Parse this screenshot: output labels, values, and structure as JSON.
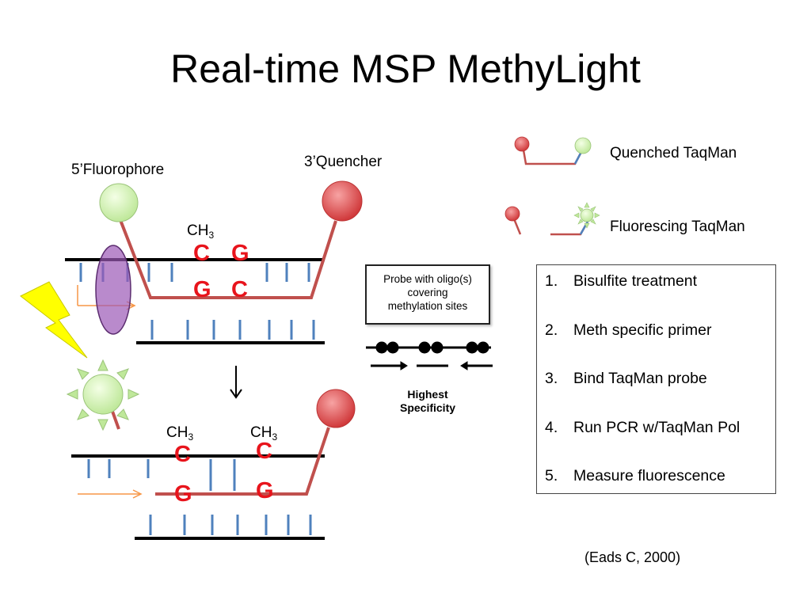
{
  "slide": {
    "title": "Real-time MSP MethyLight"
  },
  "labels": {
    "fluorophore": "5’Fluorophore",
    "quencher": "3’Quencher",
    "ch3_main": "CH",
    "ch3_sub": "3",
    "top_bases": [
      "C",
      "G",
      "G",
      "C"
    ],
    "bottom_bases": [
      "C",
      "C",
      "G",
      "G"
    ]
  },
  "legend": {
    "quenched": "Quenched TaqMan",
    "fluorescing": "Fluorescing TaqMan"
  },
  "callout": {
    "lines": [
      "Probe with oligo(s)",
      "covering",
      "methylation sites"
    ],
    "specificity": [
      "Highest",
      "Specificity"
    ]
  },
  "steps": [
    {
      "num": "1.",
      "text": "Bisulfite treatment"
    },
    {
      "num": "2.",
      "text": "Meth specific primer"
    },
    {
      "num": "3.",
      "text": "Bind TaqMan probe"
    },
    {
      "num": "4.",
      "text": "Run PCR w/TaqMan Pol"
    },
    {
      "num": "5.",
      "text": "Measure fluorescence"
    }
  ],
  "citation": "(Eads C, 2000)",
  "colors": {
    "probe_line": "#c0504d",
    "fluorophore": "#d4f5b0",
    "quencher": "#e05a5a",
    "base_red": "#e8141c",
    "tick_blue": "#4f81bd",
    "lightning": "#ffff00",
    "polymerase": "#9b59b6"
  }
}
